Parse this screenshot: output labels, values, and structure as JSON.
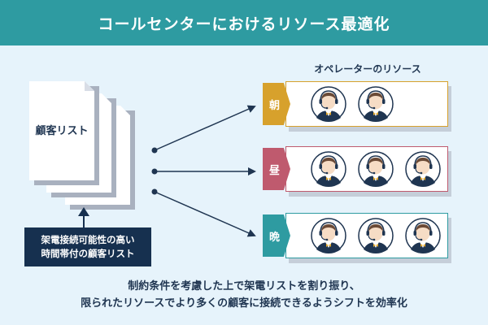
{
  "title": "コールセンターにおけるリソース最適化",
  "document": {
    "label": "顧客リスト",
    "icon": "document-stack-icon"
  },
  "note": {
    "lines": [
      "架電接続可能性の高い",
      "時間帯付の顧客リスト"
    ]
  },
  "resources": {
    "title": "オペレーターのリソース",
    "rows": [
      {
        "label": "朝",
        "color": "#d7a12c",
        "operators": 2
      },
      {
        "label": "昼",
        "color": "#bf5a6e",
        "operators": 3
      },
      {
        "label": "晩",
        "color": "#2e9ba1",
        "operators": 3
      }
    ]
  },
  "bottom": {
    "lines": [
      "制約条件を考慮した上で架電リストを割り振り、",
      "限られたリソースでより多くの顧客に接続できるようシフトを効率化"
    ]
  },
  "colors": {
    "title_bar": "#2e9ba1",
    "background": "#e6f3fb",
    "navy": "#16304f"
  }
}
